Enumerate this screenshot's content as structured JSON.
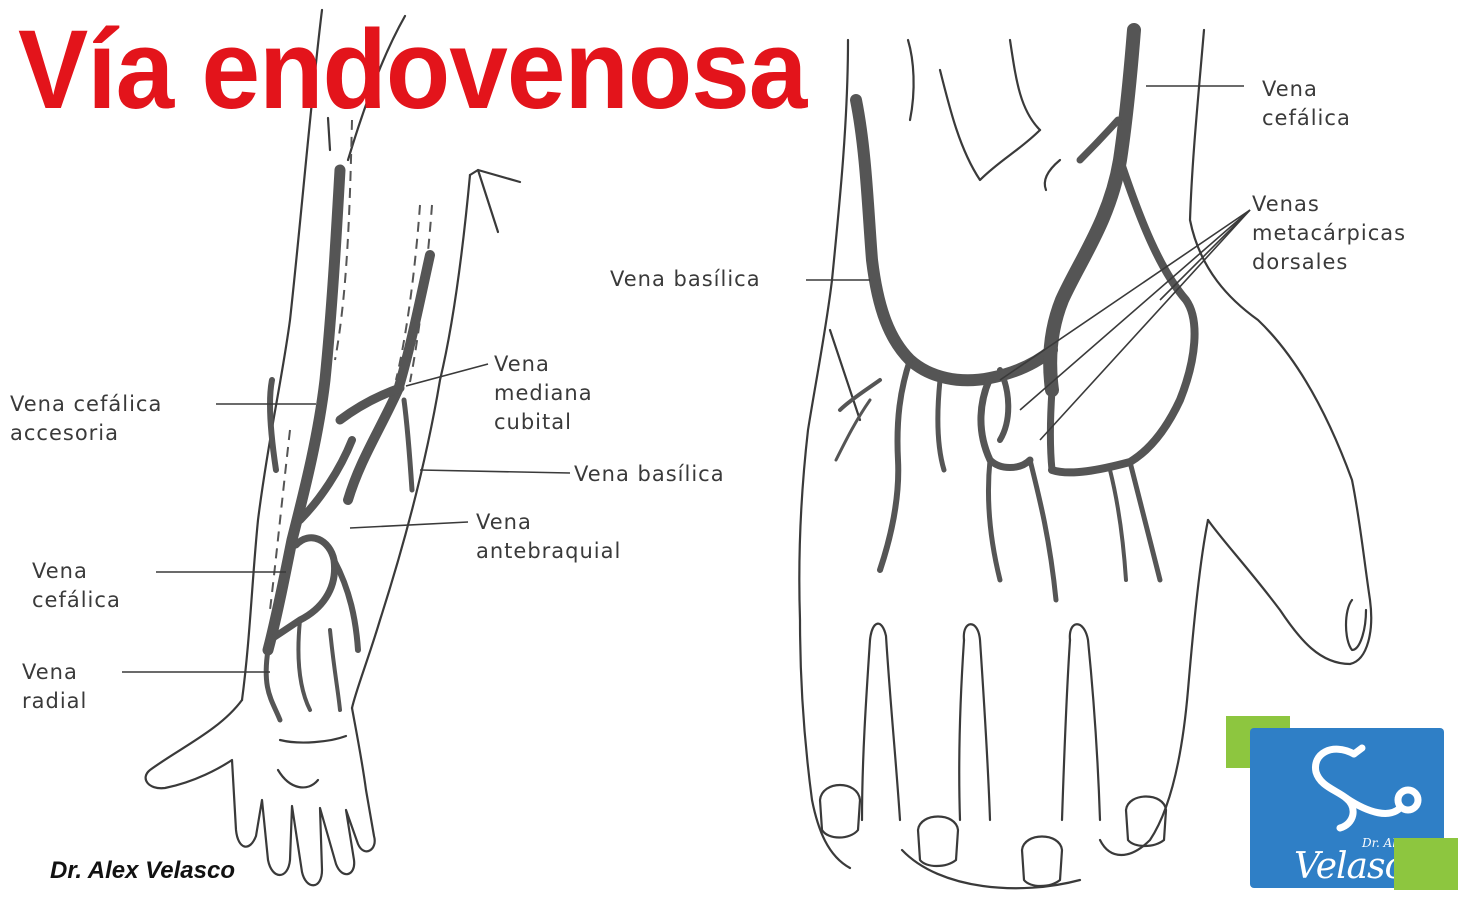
{
  "title": "Vía endovenosa",
  "author": "Dr.  Alex Velasco",
  "labels": {
    "cefalica_accesoria": [
      "Vena cefálica",
      "accesoria"
    ],
    "mediana_cubital": [
      "Vena",
      "mediana",
      "cubital"
    ],
    "basilica_forearm": [
      "Vena basílica"
    ],
    "antebraquial": [
      "Vena",
      "antebraquial"
    ],
    "cefalica_forearm": [
      "Vena",
      "cefálica"
    ],
    "radial": [
      "Vena",
      "radial"
    ],
    "basilica_hand": [
      "Vena basílica"
    ],
    "cefalica_hand": [
      "Vena",
      "cefálica"
    ],
    "metacarpicas": [
      "Venas",
      "metacárpicas",
      "dorsales"
    ]
  },
  "logo": {
    "brand": "Velasco",
    "sub": "Dr. Alex"
  },
  "colors": {
    "title": "#e3141b",
    "vein": "#555555",
    "outline": "#3a3a3a",
    "logo_blue": "#2f7fc6",
    "logo_green": "#8dc63f"
  },
  "icons": [
    "stethoscope-icon"
  ]
}
